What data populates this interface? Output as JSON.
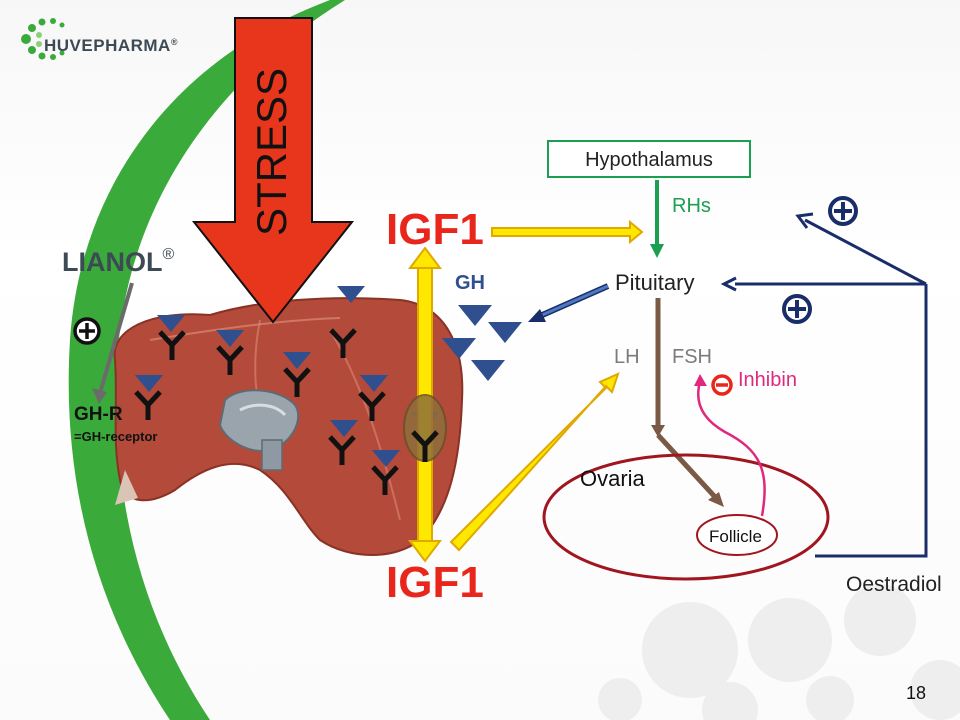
{
  "brand": {
    "name": "HUVEPHARMA",
    "mark": "®"
  },
  "product": {
    "name": "LIANOL",
    "mark": "®"
  },
  "labels": {
    "stress": "STRESS",
    "igf1_top": "IGF1",
    "igf1_bottom": "IGF1",
    "gh": "GH",
    "gh_r": "GH-R",
    "gh_r_desc": "=GH-receptor",
    "hypothalamus": "Hypothalamus",
    "rhs": "RHs",
    "pituitary": "Pituitary",
    "lh": "LH",
    "fsh": "FSH",
    "inhibin": "Inhibin",
    "ovaria": "Ovaria",
    "follicle": "Follicle",
    "oestradiol": "Oestradiol"
  },
  "page_number": "18",
  "colors": {
    "stress_arrow": "#e8361c",
    "igf_arrow": "#ffe800",
    "hypothalamus_border": "#1aa050",
    "rhs_arrow": "#1aa050",
    "pituitary_arrow": "#7a5a45",
    "inhibin": "#e0287d",
    "feedback": "#1a2d6b",
    "ovaria_outline": "#a0151e",
    "liver": "#b44a3a",
    "receptor_triangle": "#2f4f8f",
    "arc_green": "#3aaa3a"
  },
  "icons": [
    "plus-circle-icon",
    "minus-circle-icon",
    "receptor-y-icon",
    "gh-triangle-icon"
  ]
}
